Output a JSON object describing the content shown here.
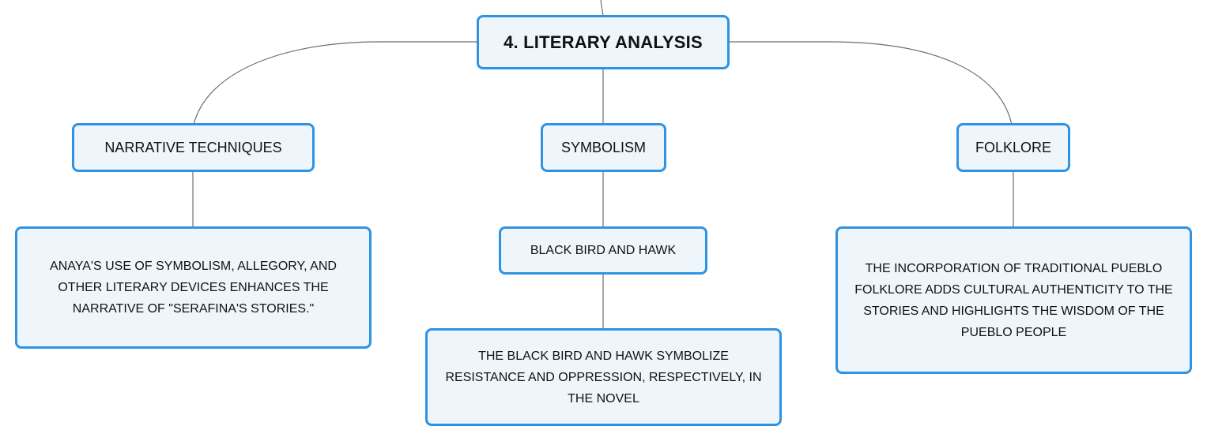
{
  "diagram": {
    "type": "mind-map",
    "colors": {
      "node_border": "#2f93e3",
      "node_fill": "#eef6fc",
      "connector": "#6e6e6e",
      "text": "#111111"
    },
    "root": {
      "label": "4. LITERARY ANALYSIS"
    },
    "branches": [
      {
        "label": "NARRATIVE TECHNIQUES",
        "children": [
          {
            "label": "ANAYA'S USE OF SYMBOLISM, ALLEGORY, AND OTHER LITERARY DEVICES ENHANCES THE NARRATIVE OF \"SERAFINA'S STORIES.\""
          }
        ]
      },
      {
        "label": "SYMBOLISM",
        "children": [
          {
            "label": "BLACK BIRD AND HAWK",
            "children": [
              {
                "label": "THE BLACK BIRD AND HAWK SYMBOLIZE RESISTANCE AND OPPRESSION, RESPECTIVELY, IN THE NOVEL"
              }
            ]
          }
        ]
      },
      {
        "label": "FOLKLORE",
        "children": [
          {
            "label": "THE INCORPORATION OF TRADITIONAL PUEBLO FOLKLORE ADDS CULTURAL AUTHENTICITY TO THE STORIES AND HIGHLIGHTS THE WISDOM OF THE PUEBLO PEOPLE"
          }
        ]
      }
    ]
  }
}
